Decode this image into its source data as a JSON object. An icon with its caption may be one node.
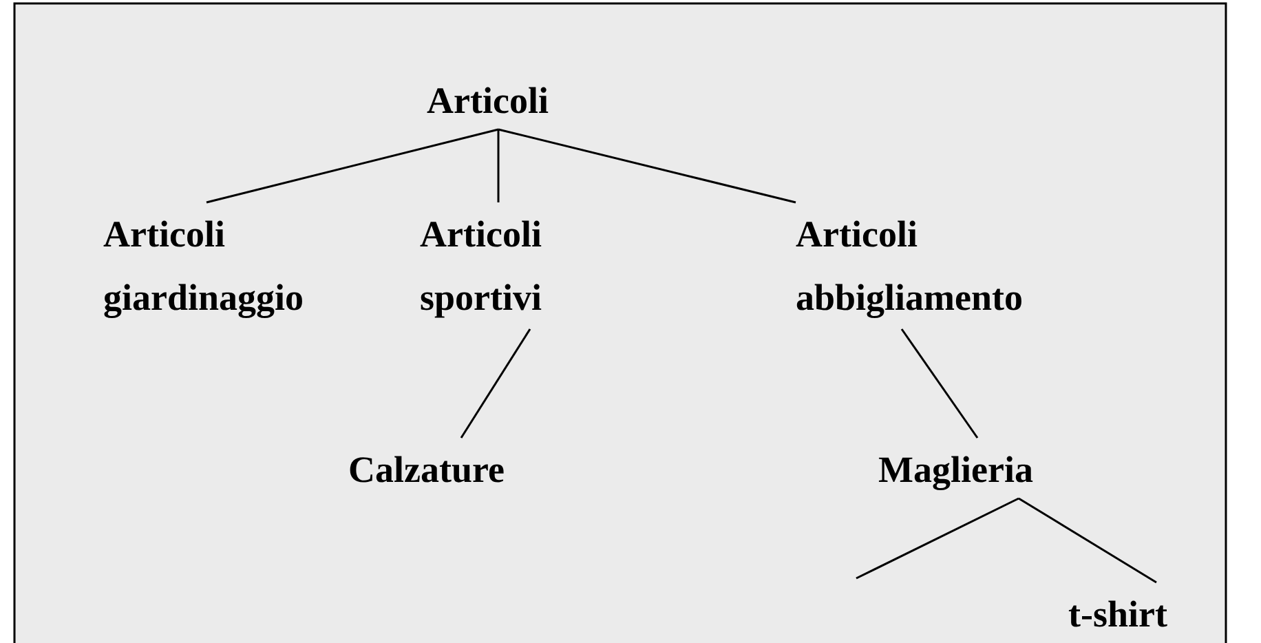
{
  "diagram": {
    "nodes": [
      {
        "text": [
          "Articoli"
        ]
      },
      {
        "text": [
          "Articoli giardinaggio"
        ]
      },
      {
        "text": [
          "Articoli sportivi"
        ]
      },
      {
        "text": [
          "Articoli abbigliamento"
        ]
      },
      {
        "text": [
          "Calzature"
        ]
      },
      {
        "text": [
          "Maglieria"
        ]
      },
      {
        "text": [
          "t-shirt"
        ]
      }
    ],
    "edges": [
      {
        "from": 0,
        "to": 1,
        "arrow": "none"
      },
      {
        "from": 0,
        "to": 2,
        "arrow": "none"
      },
      {
        "from": 0,
        "to": 3,
        "arrow": "none"
      },
      {
        "from": 2,
        "to": 4,
        "arrow": "none"
      },
      {
        "from": 3,
        "to": 5,
        "arrow": "none"
      },
      {
        "from": 5,
        "to": null,
        "arrow": "none"
      },
      {
        "from": 5,
        "to": 6,
        "arrow": "none"
      }
    ]
  }
}
